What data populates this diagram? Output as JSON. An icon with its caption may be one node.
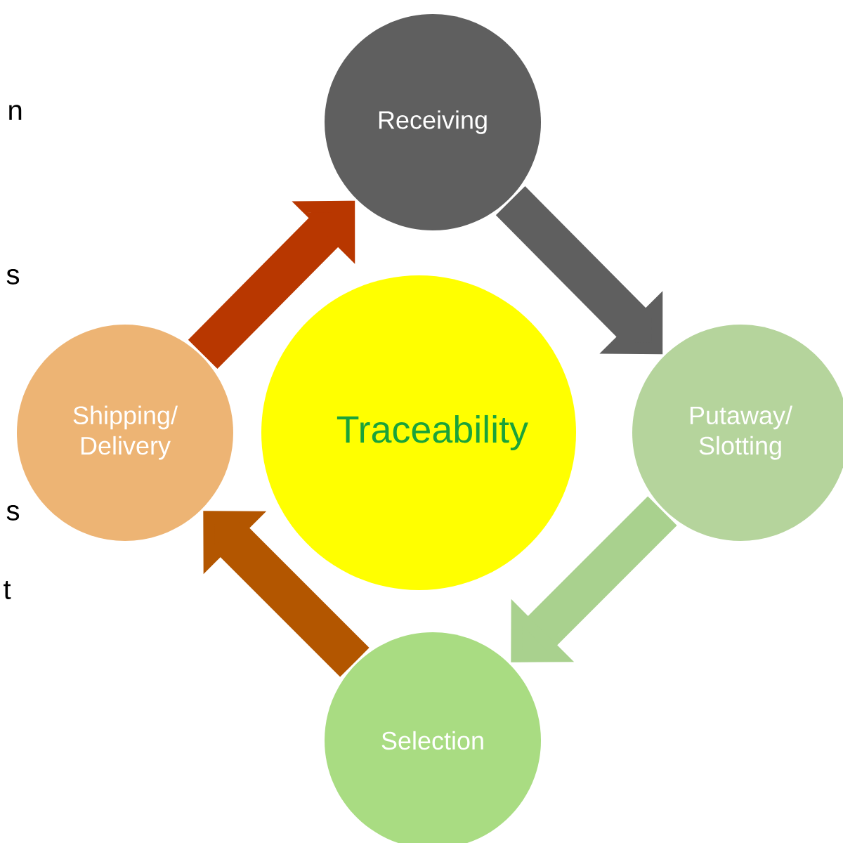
{
  "diagram": {
    "nodes": [
      {
        "text": [
          "Traceability"
        ]
      },
      {
        "text": [
          "Receiving"
        ]
      },
      {
        "text": [
          "Putaway/ Slotting"
        ]
      },
      {
        "text": [
          "Selection"
        ]
      },
      {
        "text": [
          "Shipping/ Delivery"
        ]
      }
    ],
    "edges": [
      {
        "from": 1,
        "to": 2,
        "arrow": "to",
        "color": "#5f5f5f"
      },
      {
        "from": 2,
        "to": 3,
        "arrow": "to",
        "color": "#a9d18e"
      },
      {
        "from": 3,
        "to": 4,
        "arrow": "to",
        "color": "#b35600"
      },
      {
        "from": 4,
        "to": 1,
        "arrow": "to",
        "color": "#b83700"
      }
    ],
    "labels": [
      "n",
      "s",
      "s",
      "t"
    ]
  }
}
